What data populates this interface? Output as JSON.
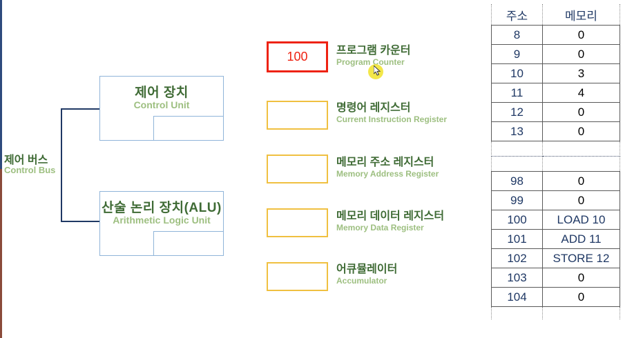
{
  "diagram": {
    "bus": {
      "label_ko": "제어 버스",
      "label_en": "Control Bus"
    },
    "units": [
      {
        "name": "control-unit",
        "label_ko": "제어 장치",
        "label_en": "Control Unit"
      },
      {
        "name": "alu",
        "label_ko": "산술 논리 장치(ALU)",
        "label_en": "Arithmetic Logic Unit"
      }
    ],
    "registers": [
      {
        "name": "program-counter",
        "value": "100",
        "label_ko": "프로그램 카운터",
        "label_en": "Program Counter",
        "highlighted": true
      },
      {
        "name": "current-instruction-register",
        "value": "",
        "label_ko": "명령어 레지스터",
        "label_en": "Current Instruction Register",
        "highlighted": false
      },
      {
        "name": "memory-address-register",
        "value": "",
        "label_ko": "메모리 주소 레지스터",
        "label_en": "Memory Address Register",
        "highlighted": false
      },
      {
        "name": "memory-data-register",
        "value": "",
        "label_ko": "메모리 데이터 레지스터",
        "label_en": "Memory Data Register",
        "highlighted": false
      },
      {
        "name": "accumulator",
        "value": "",
        "label_ko": "어큐뮬레이터",
        "label_en": "Accumulator",
        "highlighted": false
      }
    ]
  },
  "memory_table": {
    "headers": {
      "address": "주소",
      "memory": "메모리"
    },
    "rows_top": [
      {
        "address": "8",
        "value": "0"
      },
      {
        "address": "9",
        "value": "0"
      },
      {
        "address": "10",
        "value": "3"
      },
      {
        "address": "11",
        "value": "4"
      },
      {
        "address": "12",
        "value": "0"
      },
      {
        "address": "13",
        "value": "0"
      }
    ],
    "rows_bottom": [
      {
        "address": "98",
        "value": "0",
        "instruction": false
      },
      {
        "address": "99",
        "value": "0",
        "instruction": false
      },
      {
        "address": "100",
        "value": "LOAD 10",
        "instruction": true
      },
      {
        "address": "101",
        "value": "ADD 11",
        "instruction": true
      },
      {
        "address": "102",
        "value": "STORE 12",
        "instruction": true
      },
      {
        "address": "103",
        "value": "0",
        "instruction": false
      },
      {
        "address": "104",
        "value": "0",
        "instruction": false
      }
    ]
  },
  "cursor": {
    "icon": "mouse-pointer-icon"
  },
  "colors": {
    "korean_text": "#3f6b35",
    "english_text": "#9dbf80",
    "register_border": "#f0c040",
    "highlight_border": "#ee2211",
    "highlight_value": "#ee2211",
    "address_text": "#1f3864",
    "bus_line": "#1f3864",
    "unit_border": "#8fb4d9"
  }
}
